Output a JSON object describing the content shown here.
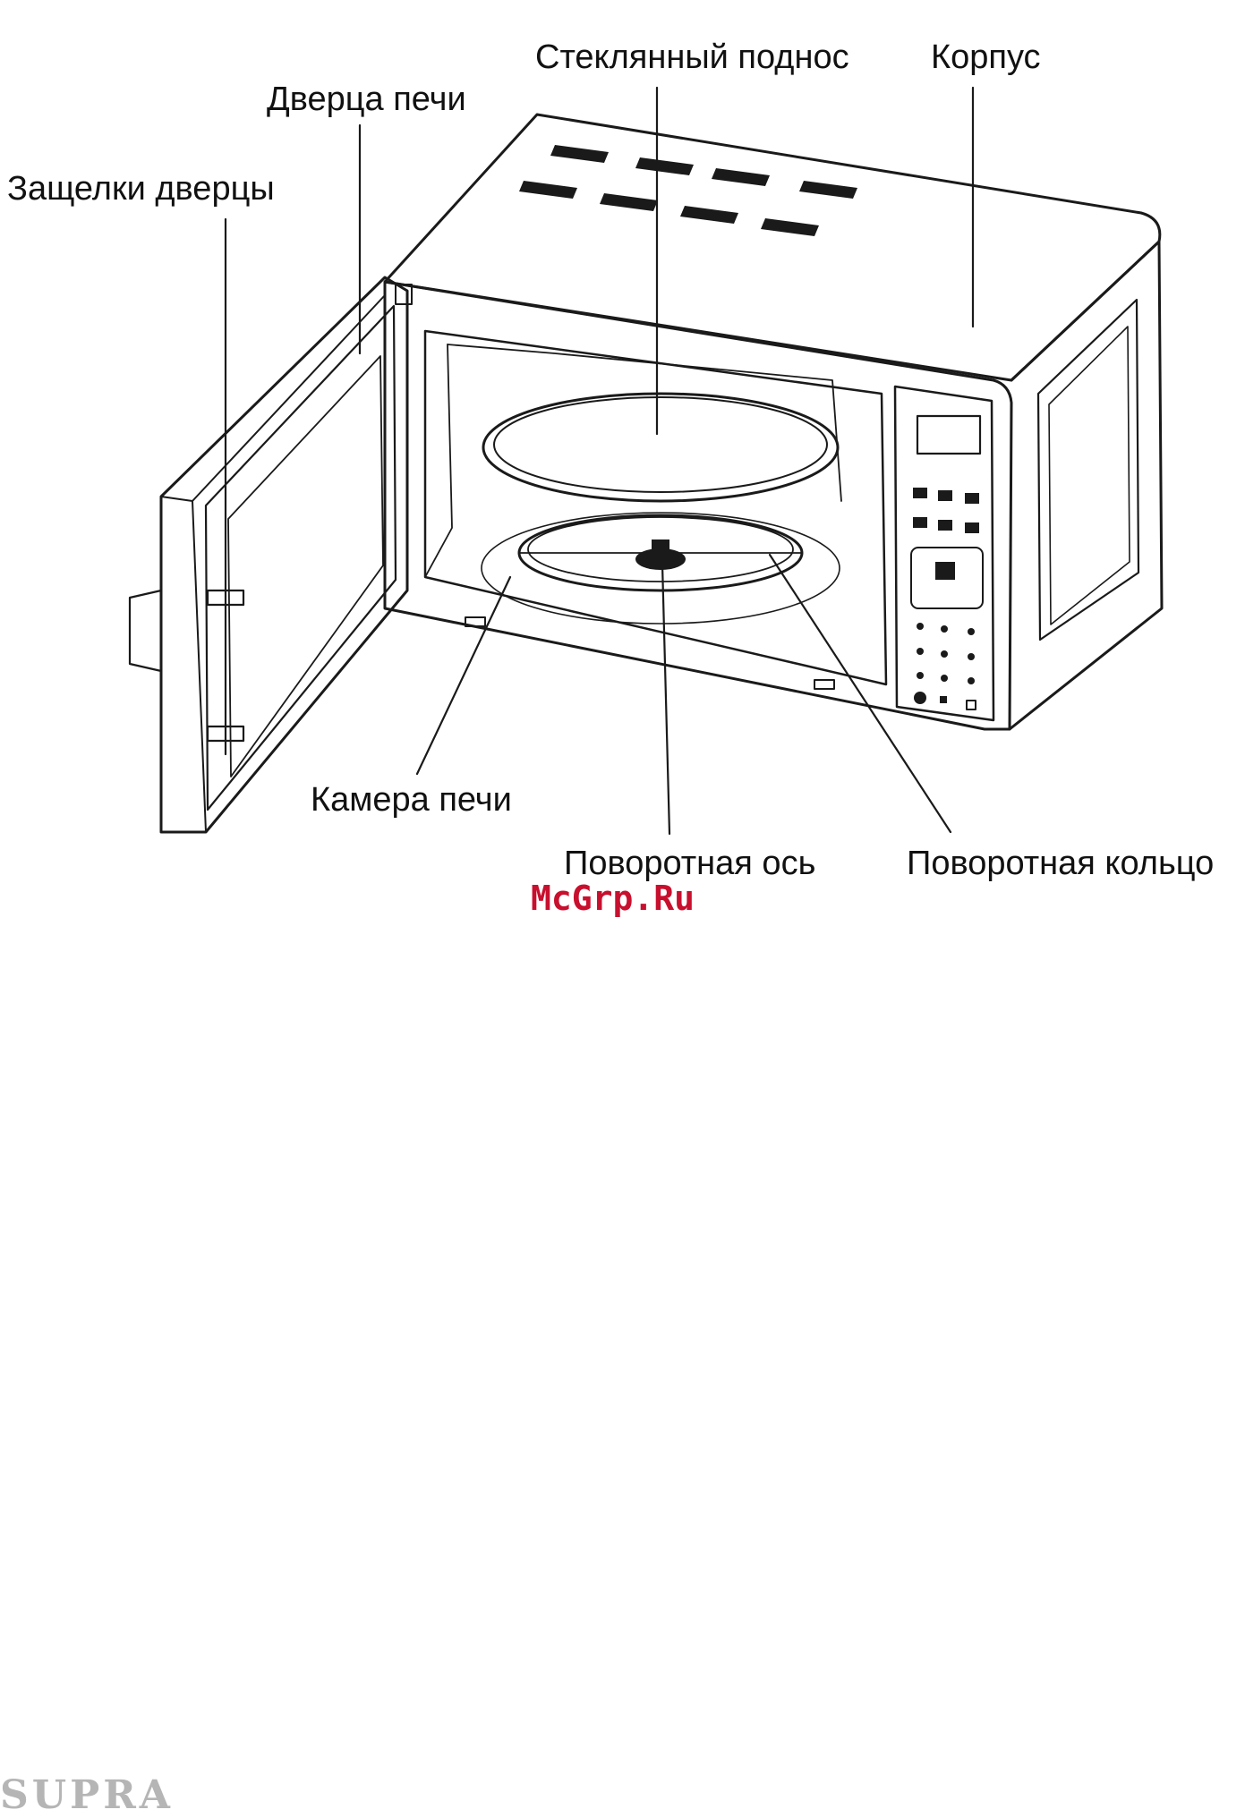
{
  "labels": {
    "glass_tray": "Стеклянный поднос",
    "body": "Корпус",
    "door": "Дверца печи",
    "door_latches": "Защелки дверцы",
    "cavity": "Камера печи",
    "turntable_axis": "Поворотная ось",
    "turntable_ring": "Поворотная кольцо"
  },
  "watermark": "McGrp.Ru",
  "brand": "SUPRA",
  "colors": {
    "line": "#1a1a1a",
    "watermark": "#c8102e",
    "brand": "#b5b5b5"
  }
}
